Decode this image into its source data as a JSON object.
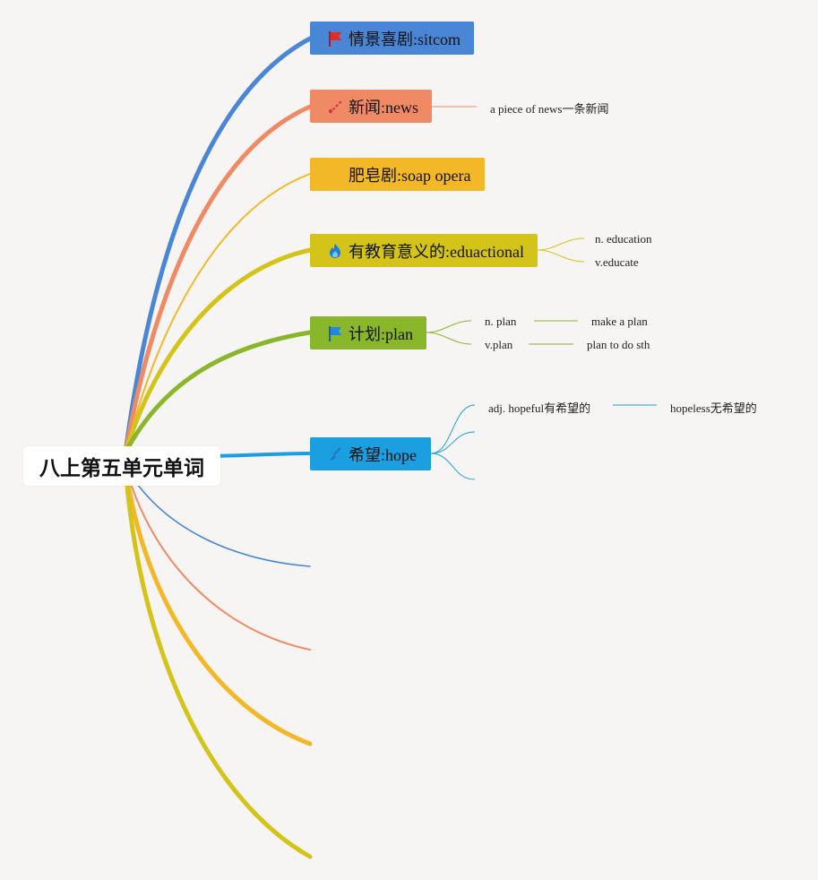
{
  "root": {
    "label": "八上第五单元单词"
  },
  "topics": [
    {
      "label": "情景喜剧:sitcom",
      "icon": "red-flag-icon",
      "color": "#4a86d6"
    },
    {
      "label": "新闻:news",
      "icon": "needle-icon",
      "color": "#f08a65"
    },
    {
      "label": "肥皂剧:soap opera",
      "icon": "",
      "color": "#f2b827"
    },
    {
      "label": "有教育意义的:eduactional",
      "icon": "fire-icon",
      "color": "#d4c41a"
    },
    {
      "label": "计划:plan",
      "icon": "blue-flag-icon",
      "color": "#8ab62c"
    },
    {
      "label": "希望:hope",
      "icon": "broom-icon",
      "color": "#1b9fe0"
    }
  ],
  "leaves": {
    "news_1": "a piece of news一条新闻",
    "edu_1": "n. education",
    "edu_2": "v.educate",
    "plan_1": "n. plan",
    "plan_1_1": "make a plan",
    "plan_2": "v.plan",
    "plan_2_1": "plan to do sth",
    "hope_1": "adj. hopeful有希望的",
    "hope_1_1": "hopeless无希望的"
  },
  "colors": {
    "background": "#f6f5f3",
    "blue": "#4a86d6",
    "orange": "#f08a65",
    "amber": "#f2b827",
    "olive": "#d4c41a",
    "green": "#8ab62c",
    "sky": "#1b9fe0"
  }
}
